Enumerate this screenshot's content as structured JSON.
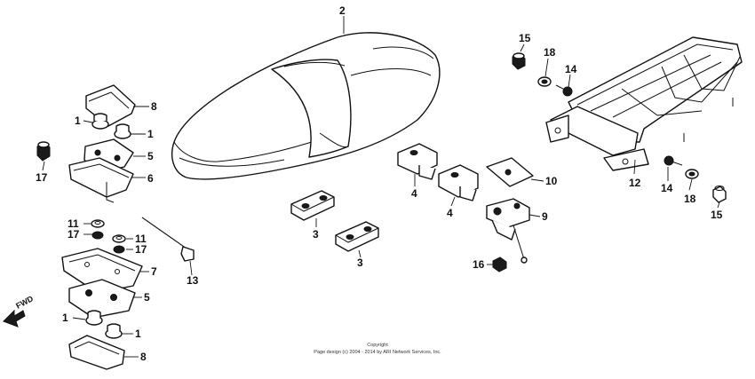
{
  "callouts": {
    "c1a": "1",
    "c1b": "1",
    "c1c": "1",
    "c1d": "1",
    "c2": "2",
    "c3a": "3",
    "c3b": "3",
    "c4a": "4",
    "c4b": "4",
    "c5a": "5",
    "c5b": "5",
    "c6": "6",
    "c7": "7",
    "c8a": "8",
    "c8b": "8",
    "c9": "9",
    "c10": "10",
    "c11a": "11",
    "c11b": "11",
    "c12": "12",
    "c13": "13",
    "c14a": "14",
    "c14b": "14",
    "c15a": "15",
    "c15b": "15",
    "c16": "16",
    "c17a": "17",
    "c17b": "17",
    "c17c": "17",
    "c18a": "18",
    "c18b": "18"
  },
  "fwd_label": "FWD",
  "copyright": {
    "line1": "Copyright",
    "line2": "Page design (c) 2004 - 2014 by ARI Network Services, Inc."
  }
}
